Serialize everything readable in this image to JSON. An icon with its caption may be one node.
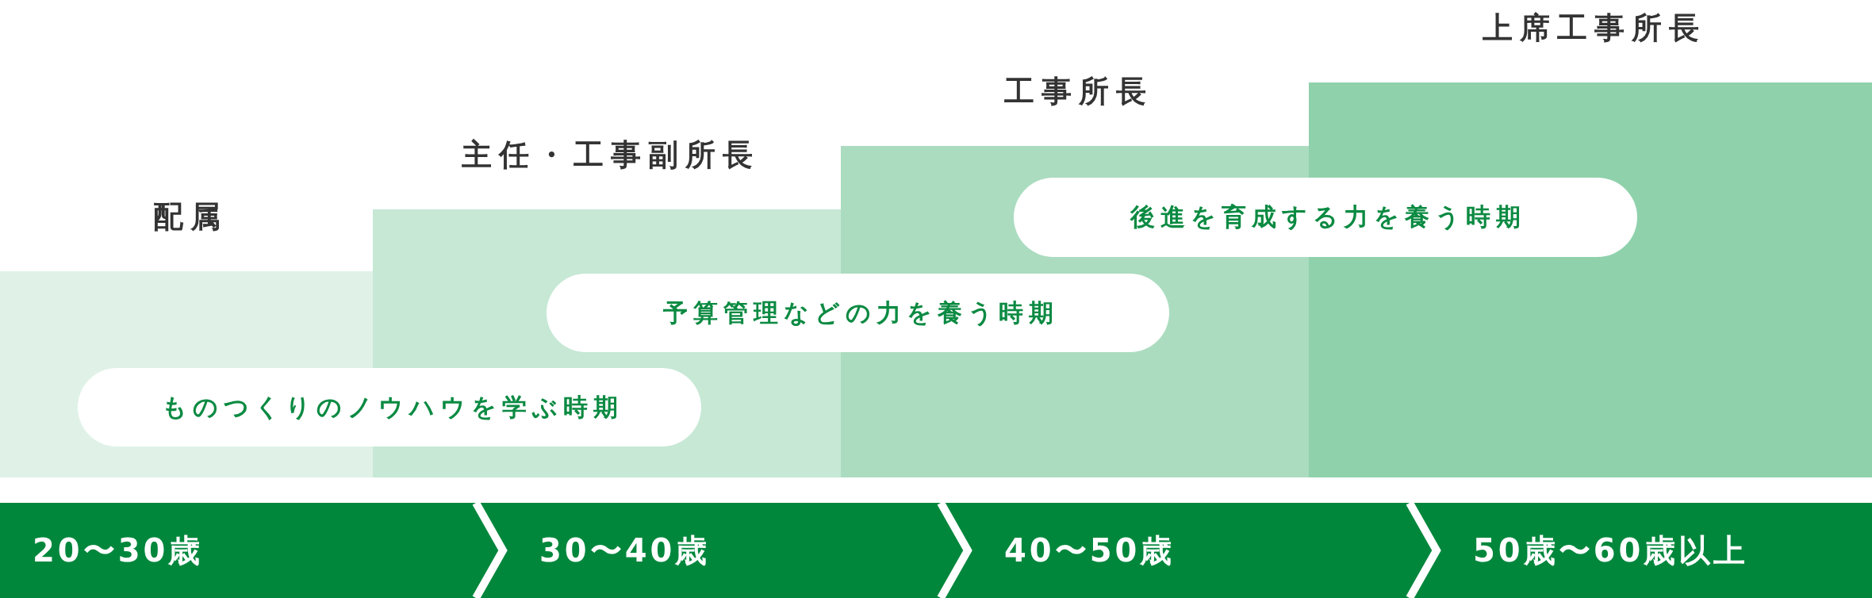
{
  "diagram": {
    "nodes": [
      {
        "text": [
          "配属"
        ]
      },
      {
        "text": [
          "主任・工事副所長"
        ]
      },
      {
        "text": [
          "工事所長"
        ]
      },
      {
        "text": [
          "上席工事所長"
        ]
      },
      {
        "text": [
          "ものつくりのノウハウを学ぶ時期"
        ]
      },
      {
        "text": [
          "予算管理などの力を養う時期"
        ]
      },
      {
        "text": [
          "後進を育成する力を養う時期"
        ]
      },
      {
        "text": [
          "20〜30歳"
        ]
      },
      {
        "text": [
          "30〜40歳"
        ]
      },
      {
        "text": [
          "40〜50歳"
        ]
      },
      {
        "text": [
          "50歳〜60歳以上"
        ]
      }
    ],
    "edges": [
      {
        "from": 7,
        "to": 8,
        "arrow": "to"
      },
      {
        "from": 8,
        "to": 9,
        "arrow": "to"
      },
      {
        "from": 9,
        "to": 10,
        "arrow": "to"
      }
    ]
  }
}
